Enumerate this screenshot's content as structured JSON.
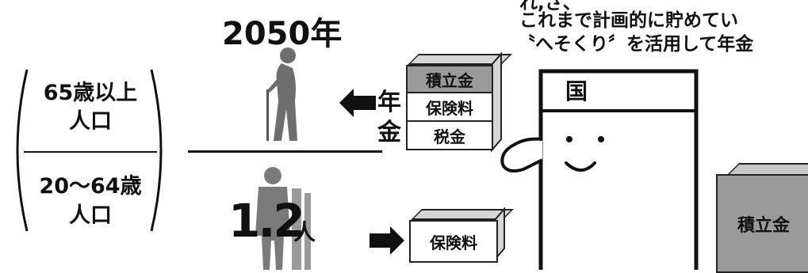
{
  "year_label": "2050年",
  "caption": {
    "line1": "れ,さ、 ",
    "line2": "これまで計画的に貯めてい",
    "line3": "〝へそくり〞を活用して年金"
  },
  "fraction": {
    "numerator_line1": "65歳以上",
    "numerator_line2": "人口",
    "denominator_line1": "20〜64歳",
    "denominator_line2": "人口"
  },
  "ratio": {
    "value": "1.2",
    "unit": "人"
  },
  "pension_label": {
    "char1": "年",
    "char2": "金"
  },
  "stack_boxes": [
    "積立金",
    "保険料",
    "税金"
  ],
  "lower_box": "保険料",
  "character_label": "国",
  "reserve_box": "積立金",
  "colors": {
    "dark_gray": "#9a9a9a",
    "light_gray": "#d6d6d6",
    "silhouette": "#6e6e6e",
    "ink": "#111111"
  }
}
